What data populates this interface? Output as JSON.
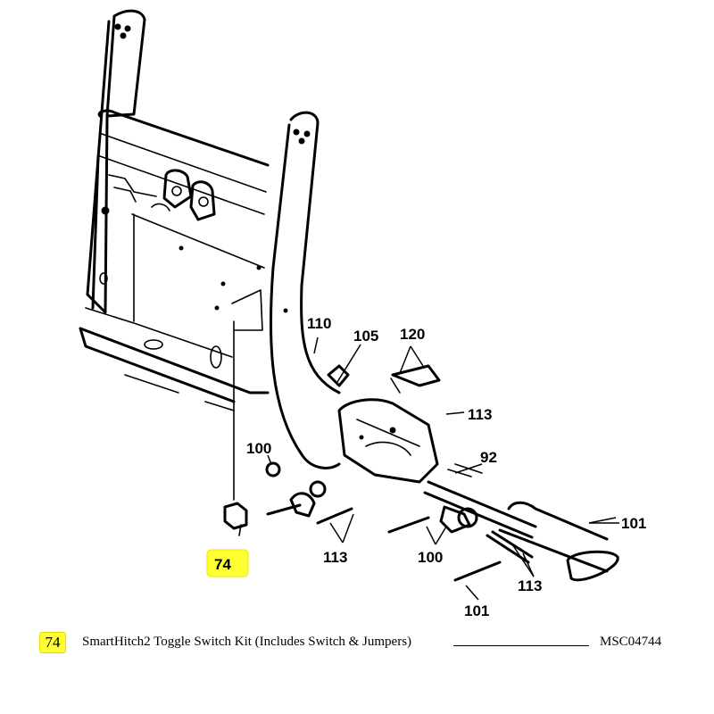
{
  "callouts": {
    "c110": "110",
    "c105": "105",
    "c120": "120",
    "c113a": "113",
    "c92": "92",
    "c100a": "100",
    "c74": "74",
    "c113b": "113",
    "c100b": "100",
    "c101a": "101",
    "c113c": "113",
    "c101b": "101"
  },
  "legend": {
    "ref": "74",
    "description": "SmartHitch2 Toggle Switch Kit (Includes Switch & Jumpers)",
    "part_number": "MSC04744"
  },
  "colors": {
    "highlight": "#ffff33",
    "ink": "#000000"
  }
}
